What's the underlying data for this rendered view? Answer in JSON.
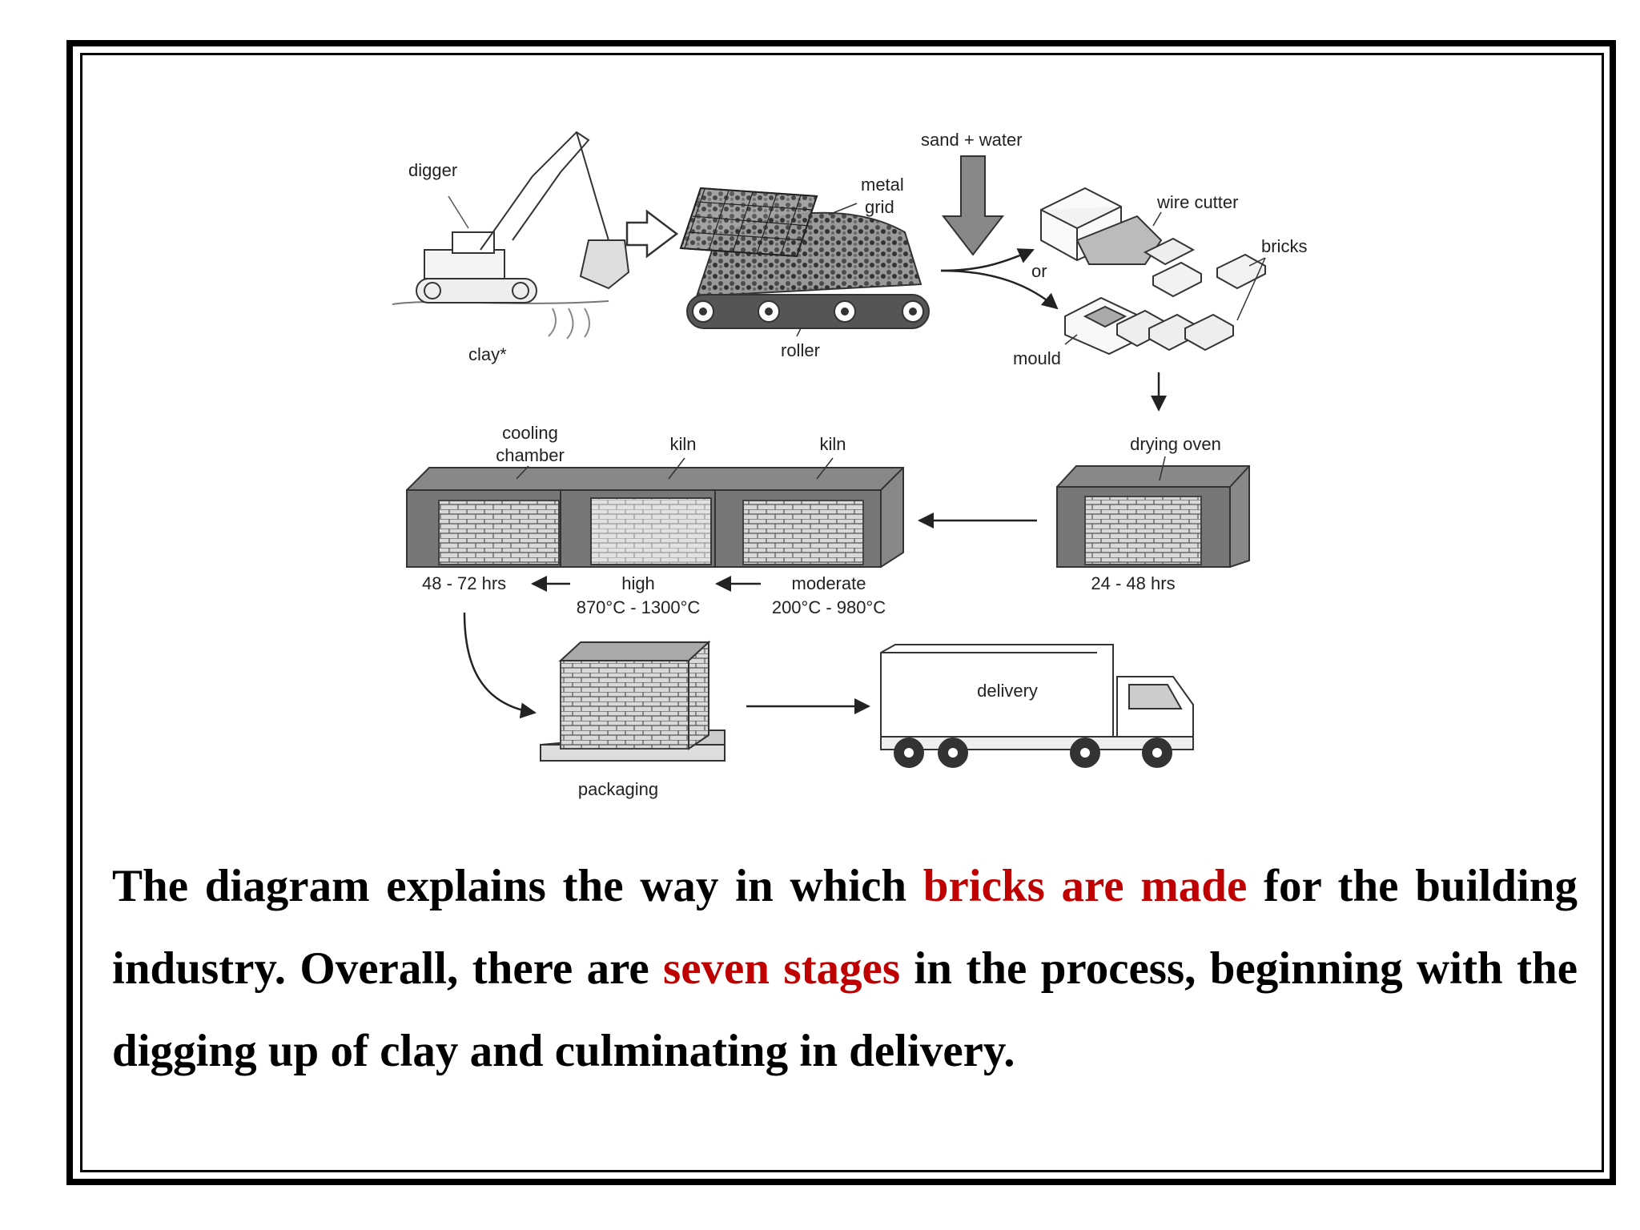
{
  "diagram": {
    "labels": {
      "digger": "digger",
      "clay": "clay*",
      "metal_grid_1": "metal",
      "metal_grid_2": "grid",
      "roller": "roller",
      "sand_water": "sand + water",
      "wire_cutter": "wire cutter",
      "or": "or",
      "bricks": "bricks",
      "mould": "mould",
      "cooling_chamber_1": "cooling",
      "cooling_chamber_2": "chamber",
      "kiln_a": "kiln",
      "kiln_b": "kiln",
      "drying_oven": "drying oven",
      "cool_time": "48 - 72 hrs",
      "high": "high",
      "high_temp": "870°C - 1300°C",
      "moderate": "moderate",
      "moderate_temp": "200°C - 980°C",
      "dry_time": "24 - 48 hrs",
      "delivery": "delivery",
      "packaging": "packaging"
    }
  },
  "caption": {
    "part1": "The diagram explains the way in which ",
    "highlight1": "bricks are made",
    "part2": " for the building industry. Overall, there are ",
    "highlight2": "seven stages",
    "part3": " in the process, beginning with the digging up of clay and culminating in delivery."
  },
  "colors": {
    "highlight": "#c00000",
    "frame": "#000000",
    "oven_fill": "#888888"
  }
}
